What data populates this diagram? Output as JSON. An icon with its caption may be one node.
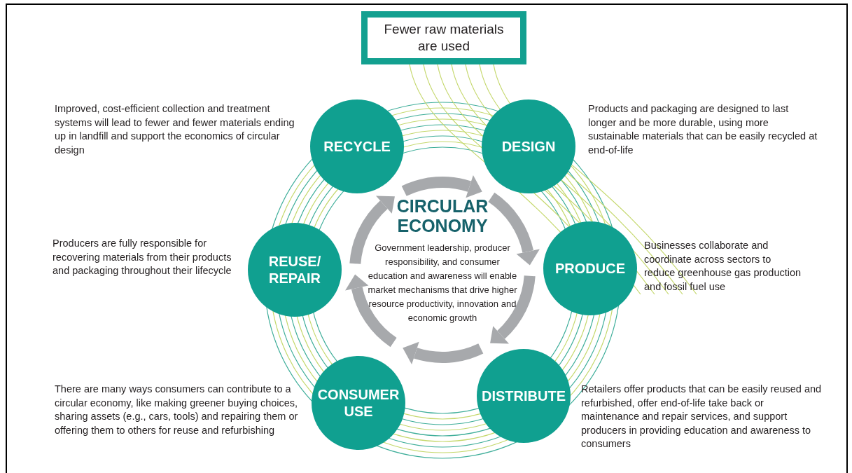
{
  "diagram": {
    "nodes": [
      {
        "text": [
          "Fewer raw materials are used"
        ]
      },
      {
        "text": [
          "RECYCLE"
        ],
        "beside": [
          "Improved, cost-efficient collection and treatment systems will lead to fewer and fewer materials ending up in landfill and support the economics of circular design"
        ]
      },
      {
        "text": [
          "DESIGN"
        ],
        "beside": [
          "Products and packaging are designed to last longer and be more durable, using more sustainable materials that can be easily recycled at end-of-life"
        ]
      },
      {
        "text": [
          "REUSE/ REPAIR"
        ],
        "beside": [
          "Producers are fully responsible for recovering materials from their products and packaging throughout their lifecycle"
        ]
      },
      {
        "text": [
          "PRODUCE"
        ],
        "beside": [
          "Businesses collaborate and coordinate across sectors to reduce greenhouse gas production and fossil fuel use"
        ]
      },
      {
        "text": [
          "CONSUMER USE"
        ],
        "beside": [
          "There are many ways consumers can contribute to a circular economy, like making greener buying choices, sharing assets (e.g., cars, tools) and repairing them or offering them to others for reuse and refurbishing"
        ]
      },
      {
        "text": [
          "DISTRIBUTE"
        ],
        "beside": [
          "Retailers offer products that can be easily reused and refurbished, offer end-of-life take back or maintenance and repair services, and support producers in providing education and awareness to consumers"
        ]
      },
      {
        "text": [
          "CIRCULAR ECONOMY",
          "Government leadership, producer responsibility, and consumer education and awareness will enable market mechanisms that drive higher resource productivity, innovation and economic growth"
        ]
      }
    ]
  }
}
